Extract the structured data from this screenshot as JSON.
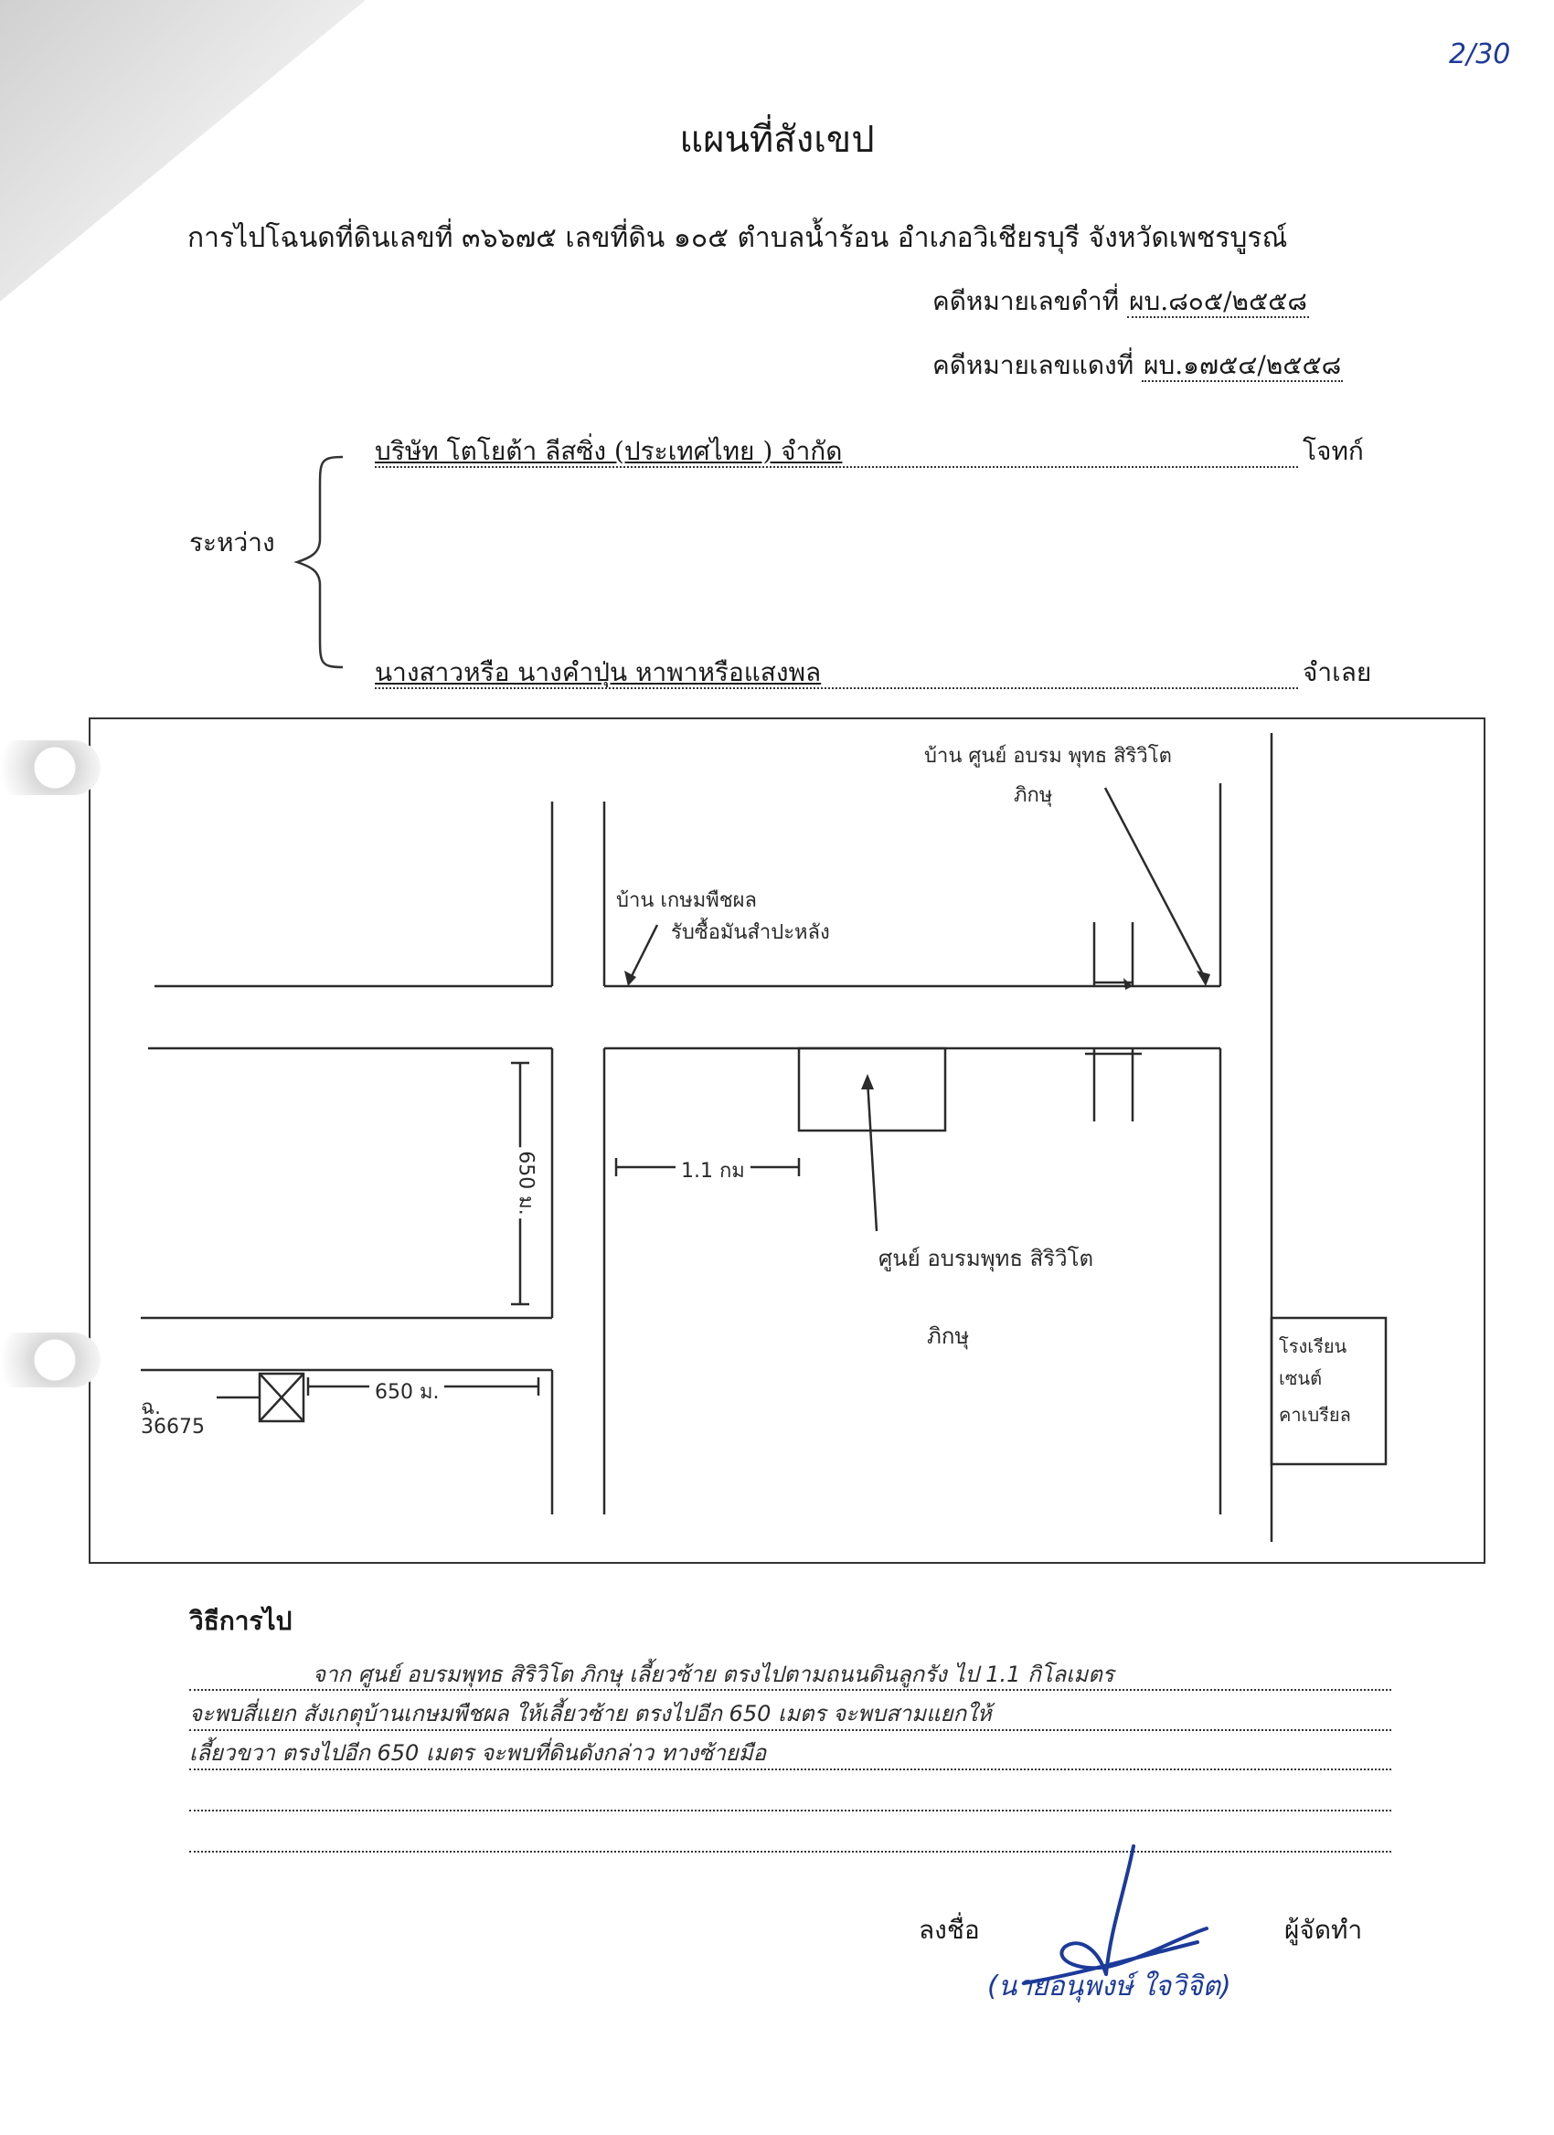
{
  "page_number": "2/30",
  "title": "แผนที่สังเขป",
  "subject": "การไปโฉนดที่ดินเลขที่ ๓๖๖๗๕  เลขที่ดิน ๑๐๕ ตำบลน้ำร้อน  อำเภอวิเชียรบุรี  จังหวัดเพชรบูรณ์",
  "case": {
    "black_label": "คดีหมายเลขดำที่",
    "black_number": "ผบ.๘๐๕/๒๕๕๘",
    "red_label": "คดีหมายเลขแดงที่",
    "red_number": "ผบ.๑๗๕๔/๒๕๕๘"
  },
  "parties": {
    "between_label": "ระหว่าง",
    "plaintiff": "บริษัท โตโยต้า ลีสซิ่ง (ประเทศไทย ) จำกัด",
    "plaintiff_role": "โจทก์",
    "defendant": "นางสาวหรือ นางคำปุ่น  หาพาหรือแสงพล",
    "defendant_role": "จำเลย"
  },
  "map": {
    "label_home_center": "บ้าน ศูนย์ อบรม พุทธ สิริวิโต",
    "label_home_center_2": "ภิกษุ",
    "label_kaset_home": "บ้าน เกษมพืชผล",
    "label_kaset_buy": "รับซื้อมันสำปะหลัง",
    "label_distance_horizontal": "1.1 กม",
    "label_distance_vertical": "650 ม.",
    "label_center": "ศูนย์ อบรมพุทธ สิริวิโต",
    "label_center_2": "ภิกษุ",
    "label_plot_prefix": "ฉ.",
    "label_plot_number": "36675",
    "label_distance_plot": "650 ม.",
    "label_factory_1": "โรงเรียน",
    "label_factory_2": "เซนต์",
    "label_factory_3": "คาเบรียล"
  },
  "method": {
    "label": "วิธีการไป",
    "lines": [
      "จาก ศูนย์ อบรมพุทธ สิริวิโต ภิกษุ เลี้ยวซ้าย ตรงไปตามถนนดินลูกรัง ไป 1.1 กิโลเมตร",
      "จะพบสี่แยก สังเกตุบ้านเกษมพืชผล ให้เลี้ยวซ้าย ตรงไปอีก 650 เมตร จะพบสามแยกให้",
      "เลี้ยวขวา ตรงไปอีก 650 เมตร จะพบที่ดินดังกล่าว ทางซ้ายมือ",
      "",
      ""
    ]
  },
  "signature": {
    "label": "ลงชื่อ",
    "role": "ผู้จัดทำ",
    "name": "(นายอนุพงษ์  ใจวิจิต)"
  }
}
